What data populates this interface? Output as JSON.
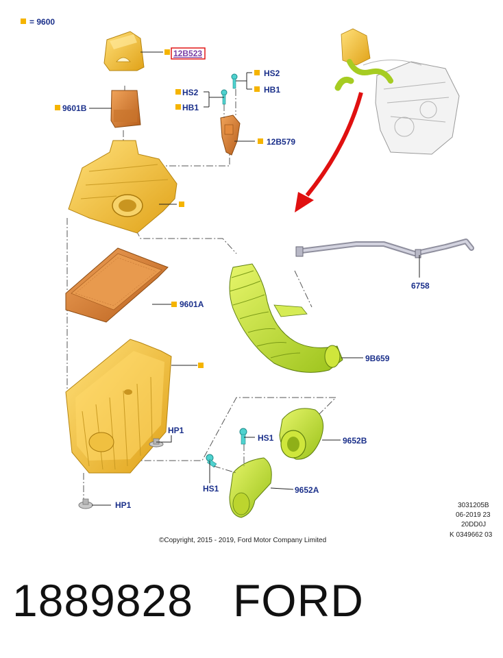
{
  "diagram": {
    "legend": {
      "marker_text": "= 9600",
      "marker_color": "#f5b400"
    },
    "callouts": {
      "p12B523": "12B523",
      "hs2_top": "HS2",
      "hb1_top": "HB1",
      "hs2_mid": "HS2",
      "hb1_mid": "HB1",
      "p9601B": "9601B",
      "p12B579": "12B579",
      "p6758": "6758",
      "p9601A": "9601A",
      "p9B659": "9B659",
      "hp1_right": "HP1",
      "hs1_right": "HS1",
      "p9652B": "9652B",
      "hs1_left": "HS1",
      "p9652A": "9652A",
      "hp1_bottom": "HP1"
    },
    "highlighted_callout": "12B523",
    "meta_lines": [
      "3031205B",
      "06-2019 23",
      "20DD0J",
      "K 0349662 03"
    ],
    "copyright": "©Copyright, 2015 - 2019, Ford Motor Company Limited",
    "colors": {
      "housing": "#f5c542",
      "filter_element": "#d9893a",
      "duct_green": "#bde02a",
      "bracket_orange": "#e07a2e",
      "arrow_red": "#e01010",
      "label_blue": "#1a2f8a",
      "highlight_box": "#e01515"
    }
  },
  "bottom": {
    "part_number": "1889828",
    "brand": "FORD"
  }
}
